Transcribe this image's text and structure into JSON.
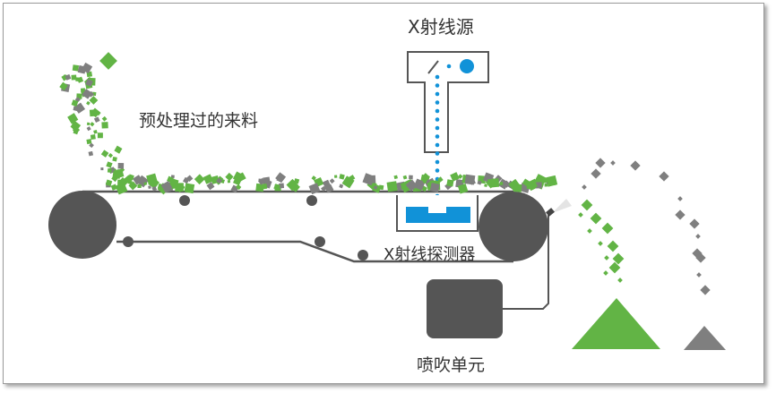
{
  "labels": {
    "xray_source": "X射线源",
    "feed": "预处理过的来料",
    "xray_detector": "X射线探测器",
    "ejector": "喷吹单元"
  },
  "colors": {
    "green": "#62b445",
    "gray": "#7f7f7f",
    "dark": "#555555",
    "blue": "#1192d8"
  }
}
